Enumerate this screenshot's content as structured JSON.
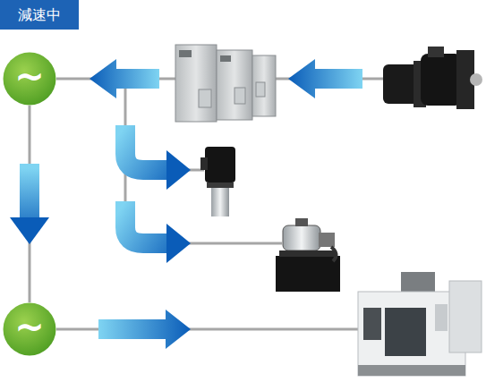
{
  "diagram": {
    "title": "減速中",
    "nodes": [
      {
        "text": [
          "~"
        ]
      },
      {
        "text": [
          "~"
        ]
      }
    ],
    "edges": [
      {
        "from": 0,
        "to": 1,
        "arrow": "to"
      }
    ]
  }
}
